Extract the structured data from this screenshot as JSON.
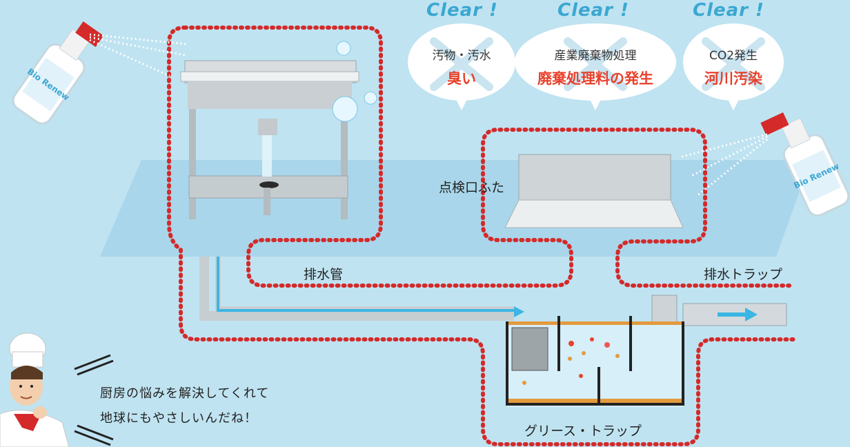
{
  "headline": {
    "clear1": "Clear !",
    "clear2": "Clear !",
    "clear3": "Clear !"
  },
  "bubbles": [
    {
      "line1": "汚物・汚水",
      "line2": "臭い"
    },
    {
      "line1": "産業廃棄物処理",
      "line2": "廃棄処理料の発生"
    },
    {
      "line1": "CO2発生",
      "line2": "河川汚染"
    }
  ],
  "labels": {
    "inspection_lid": "点検口ふた",
    "drain_pipe": "排水管",
    "drain_trap": "排水トラップ",
    "grease_trap": "グリース・トラップ"
  },
  "chef": {
    "line1": "厨房の悩みを解決してくれて",
    "line2": "地球にもやさしいんだね！"
  },
  "bottle_label": "Bio Renew",
  "colors": {
    "background": "#bfe3f1",
    "dotted_outline": "#d42a2a",
    "clear_text": "#3ba7d2",
    "problem_text": "#e8412c",
    "water_flow": "#3cb6e3"
  }
}
